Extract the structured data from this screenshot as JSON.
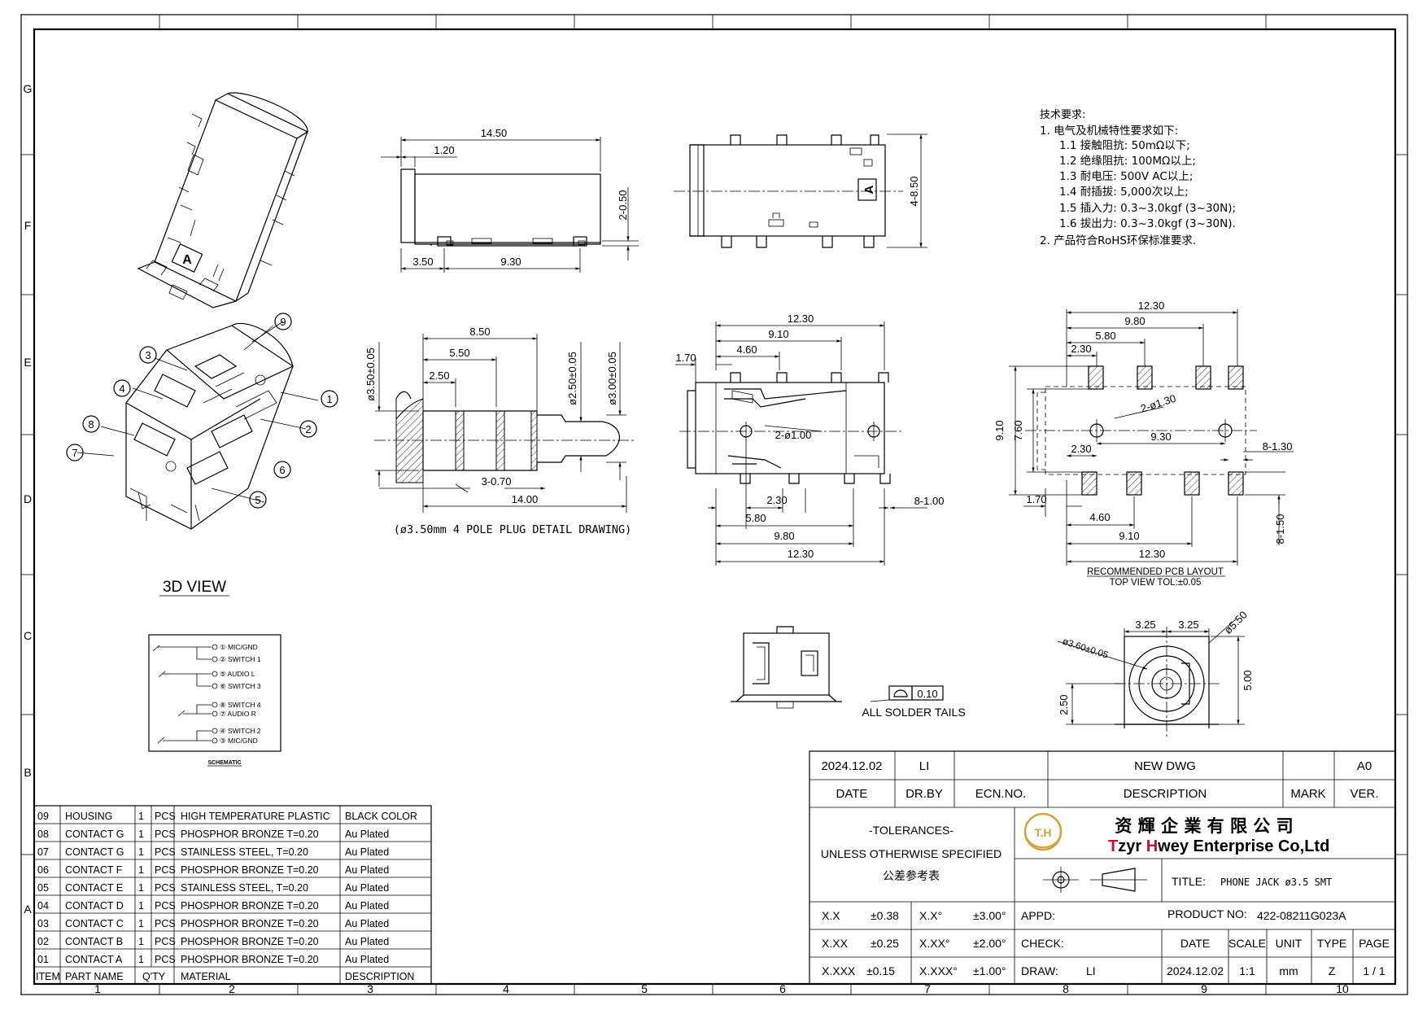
{
  "border": {
    "cols": [
      "1",
      "2",
      "3",
      "4",
      "5",
      "6",
      "7",
      "8",
      "9",
      "10"
    ],
    "rows": [
      "G",
      "F",
      "E",
      "D",
      "C",
      "B",
      "A"
    ]
  },
  "tech_notes": {
    "title": "技术要求:",
    "lines": [
      "1. 电气及机械特性要求如下:",
      "1.1 接触阻抗: 50mΩ以下;",
      "1.2 绝缘阻抗: 100MΩ以上;",
      "1.3 耐电压: 500V AC以上;",
      "1.4 耐插拔: 5,000次以上;",
      "1.5 插入力: 0.3~3.0kgf (3~30N);",
      "1.6 拔出力: 0.3~3.0kgf (3~30N).",
      "2. 产品符合RoHS环保标准要求."
    ]
  },
  "views": {
    "view3d_label": "3D VIEW",
    "plug_caption": "(ø3.50mm 4 POLE PLUG DETAIL DRAWING)",
    "pcb_caption": "RECOMMENDED PCB LAYOUT",
    "pcb_sub": "TOP VIEW TOL:±0.05",
    "solder_note": "ALL SOLDER TAILS",
    "flatness": "0.10",
    "schematic_label": "SCHEMATIC",
    "mark_a": "A"
  },
  "balloons": [
    "1",
    "2",
    "3",
    "4",
    "5",
    "6",
    "7",
    "8",
    "9"
  ],
  "schematic": [
    "① MIC/GND",
    "② SWITCH 1",
    "⑤ AUDIO L",
    "⑥ SWITCH 3",
    "⑧ SWITCH 4",
    "⑦ AUDIO R",
    "④ SWITCH 2",
    "③ MIC/GND"
  ],
  "dims": {
    "side_top": "14.50",
    "side_120": "1.20",
    "side_050": "2-0.50",
    "side_350": "3.50",
    "side_930": "9.30",
    "end_850": "4-8.50",
    "plug_850": "8.50",
    "plug_550": "5.50",
    "plug_250": "2.50",
    "plug_d350": "ø3.50±0.05",
    "plug_d250": "ø2.50±0.05",
    "plug_d300": "ø3.00±0.05",
    "plug_070": "3-0.70",
    "plug_1400": "14.00",
    "top_1230": "12.30",
    "top_910": "9.10",
    "top_460": "4.60",
    "top_170": "1.70",
    "top_hole": "2-ø1.00",
    "top_230": "2.30",
    "top_580": "5.80",
    "top_980": "9.80",
    "top_1230b": "12.30",
    "top_8100": "8-1.00",
    "pcb_1230": "12.30",
    "pcb_980": "9.80",
    "pcb_580": "5.80",
    "pcb_230": "2.30",
    "pcb_hole": "2-ø1.30",
    "pcb_930": "9.30",
    "pcb_230b": "2.30",
    "pcb_910v": "9.10",
    "pcb_760": "7.60",
    "pcb_8130": "8-1.30",
    "pcb_170": "1.70",
    "pcb_460": "4.60",
    "pcb_910": "9.10",
    "pcb_1230b": "12.30",
    "pcb_8150": "8-1.50",
    "front_325a": "3.25",
    "front_325b": "3.25",
    "front_d550": "ø5.50",
    "front_d360": "ø3.60±0.05",
    "front_250": "2.50",
    "front_500": "5.00"
  },
  "bom": {
    "rows": [
      [
        "09",
        "HOUSING",
        "1",
        "PCS",
        "HIGH TEMPERATURE PLASTIC",
        "BLACK COLOR"
      ],
      [
        "08",
        "CONTACT G",
        "1",
        "PCS",
        "PHOSPHOR BRONZE T=0.20",
        "Au Plated"
      ],
      [
        "07",
        "CONTACT G",
        "1",
        "PCS",
        "STAINLESS STEEL, T=0.20",
        "Au Plated"
      ],
      [
        "06",
        "CONTACT F",
        "1",
        "PCS",
        "PHOSPHOR BRONZE T=0.20",
        "Au Plated"
      ],
      [
        "05",
        "CONTACT E",
        "1",
        "PCS",
        "STAINLESS STEEL, T=0.20",
        "Au Plated"
      ],
      [
        "04",
        "CONTACT D",
        "1",
        "PCS",
        "PHOSPHOR BRONZE T=0.20",
        "Au Plated"
      ],
      [
        "03",
        "CONTACT C",
        "1",
        "PCS",
        "PHOSPHOR BRONZE T=0.20",
        "Au Plated"
      ],
      [
        "02",
        "CONTACT B",
        "1",
        "PCS",
        "PHOSPHOR BRONZE T=0.20",
        "Au Plated"
      ],
      [
        "01",
        "CONTACT A",
        "1",
        "PCS",
        "PHOSPHOR BRONZE T=0.20",
        "Au Plated"
      ]
    ],
    "header": [
      "ITEM",
      "PART NAME",
      "Q'TY",
      "MATERIAL",
      "DESCRIPTION"
    ]
  },
  "title_block": {
    "rev_date": "2024.12.02",
    "rev_by": "LI",
    "rev_desc": "NEW DWG",
    "rev_ver": "A0",
    "h_date": "DATE",
    "h_drby": "DR.BY",
    "h_ecn": "ECN.NO.",
    "h_desc": "DESCRIPTION",
    "h_mark": "MARK",
    "h_ver": "VER.",
    "tol1": "-TOLERANCES-",
    "tol2": "UNLESS OTHERWISE SPECIFIED",
    "tol3": "公差参考表",
    "company_cn": "资 輝 企 業 有 限 公 司",
    "company_en_1": "T",
    "company_en_2": "zyr ",
    "company_en_3": "H",
    "company_en_4": "wey Enterprise Co,Ltd",
    "logo": "T.H",
    "title_label": "TITLE:",
    "title_value": "PHONE JACK ø3.5 SMT",
    "tol_rows": [
      [
        "X.X",
        "±0.38",
        "X.X°",
        "±3.00°"
      ],
      [
        "X.XX",
        "±0.25",
        "X.XX°",
        "±2.00°"
      ],
      [
        "X.XXX",
        "±0.15",
        "X.XXX°",
        "±1.00°"
      ]
    ],
    "appd": "APPD:",
    "check": "CHECK:",
    "draw": "DRAW:",
    "draw_value": "LI",
    "product_label": "PRODUCT NO:",
    "product_value": "422-08211G023A",
    "h_date2": "DATE",
    "h_scale": "SCALE",
    "h_unit": "UNIT",
    "h_type": "TYPE",
    "h_page": "PAGE",
    "v_date": "2024.12.02",
    "v_scale": "1:1",
    "v_unit": "mm",
    "v_type": "Z",
    "v_page": "1 / 1"
  },
  "colors": {
    "logo_gold": "#d4a23a",
    "logo_red": "#c8102e"
  }
}
